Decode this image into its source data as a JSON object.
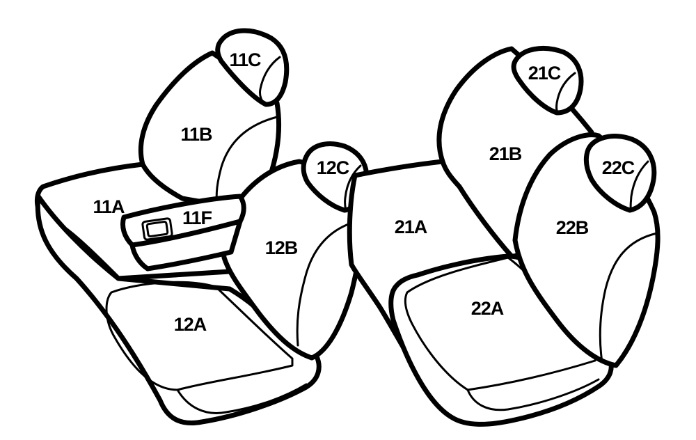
{
  "colors": {
    "line": "#000000",
    "fill": "#ffffff"
  },
  "labels": {
    "p11A": "11A",
    "p11B": "11B",
    "p11C": "11C",
    "p11F": "11F",
    "p12A": "12A",
    "p12B": "12B",
    "p12C": "12C",
    "p21A": "21A",
    "p21B": "21B",
    "p21C": "21C",
    "p22A": "22A",
    "p22B": "22B",
    "p22C": "22C"
  }
}
